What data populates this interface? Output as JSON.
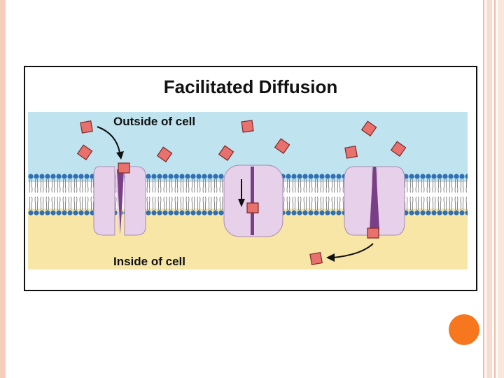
{
  "figure": {
    "title": "Facilitated Diffusion",
    "outside_label": "Outside of cell",
    "inside_label": "Inside of cell"
  },
  "colors": {
    "extracellular": "#bfe3ef",
    "cytoplasm": "#f7e6a6",
    "protein": "#e6d0ea",
    "channel": "#7a3e86",
    "solute": "#e8716e",
    "lipid_head": "#2f6fb3",
    "accent": "#f7771f"
  }
}
